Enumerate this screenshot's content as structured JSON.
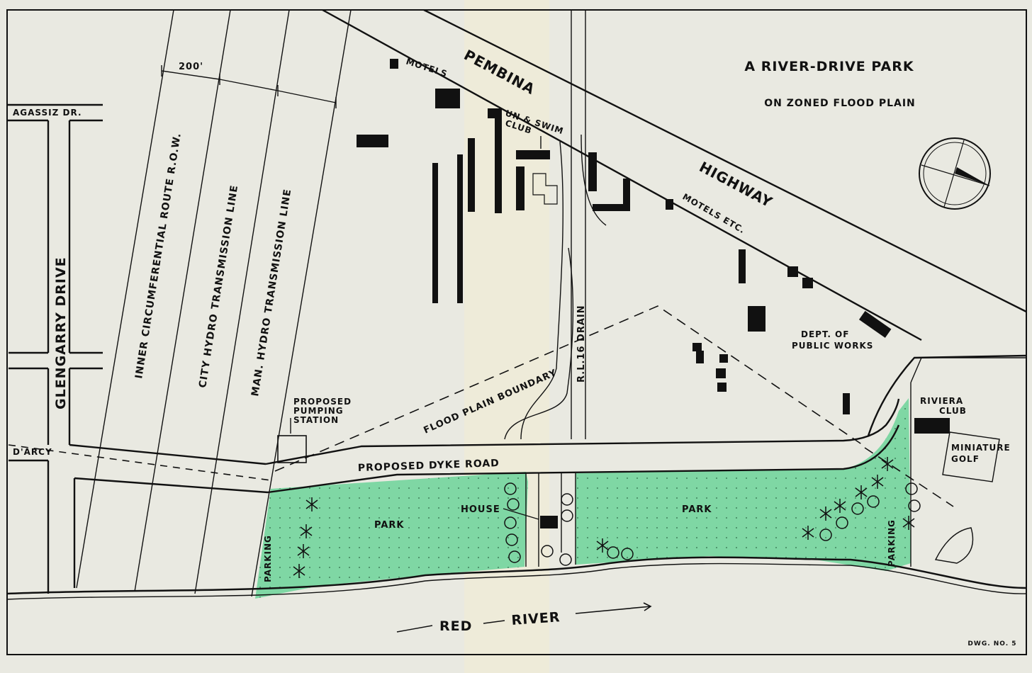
{
  "title": "A RIVER-DRIVE PARK",
  "subtitle": "ON ZONED FLOOD PLAIN",
  "drawing_number": "DWG. NO. 5",
  "colors": {
    "paper": "#e9e9e1",
    "park": "#7fd7a4",
    "ink": "#111111"
  },
  "labels": {
    "highway_1": "PEMBINA",
    "highway_2": "HIGHWAY",
    "agassiz": "AGASSIZ DR.",
    "glengarry": "GLENGARRY DRIVE",
    "darcy": "D'ARCY",
    "dimension": "200'",
    "inner_route": "INNER CIRCUMFERENTIAL ROUTE R.O.W.",
    "city_hydro": "CITY HYDRO TRANSMISSION LINE",
    "man_hydro": "MAN. HYDRO TRANSMISSION LINE",
    "pumping": [
      "PROPOSED",
      "PUMPING",
      "STATION"
    ],
    "flood_boundary": "FLOOD PLAIN BOUNDARY",
    "drain": "R.L.16 DRAIN",
    "dyke_road": "PROPOSED DYKE ROAD",
    "motels_top": "MOTELS",
    "swim_club": [
      "UN & SWIM",
      "CLUB"
    ],
    "motels_etc": "MOTELS ETC.",
    "public_works": [
      "DEPT. OF",
      "PUBLIC WORKS"
    ],
    "riviera": [
      "RIVIERA",
      "CLUB"
    ],
    "mini_golf": [
      "MINIATURE",
      "GOLF"
    ],
    "park_left": "PARK",
    "park_right": "PARK",
    "house": "HOUSE",
    "parking_left": "PARKING",
    "parking_right": "PARKING",
    "river_1": "RED",
    "river_2": "RIVER"
  },
  "icons": {
    "compass": "north-arrow-compass-icon"
  }
}
